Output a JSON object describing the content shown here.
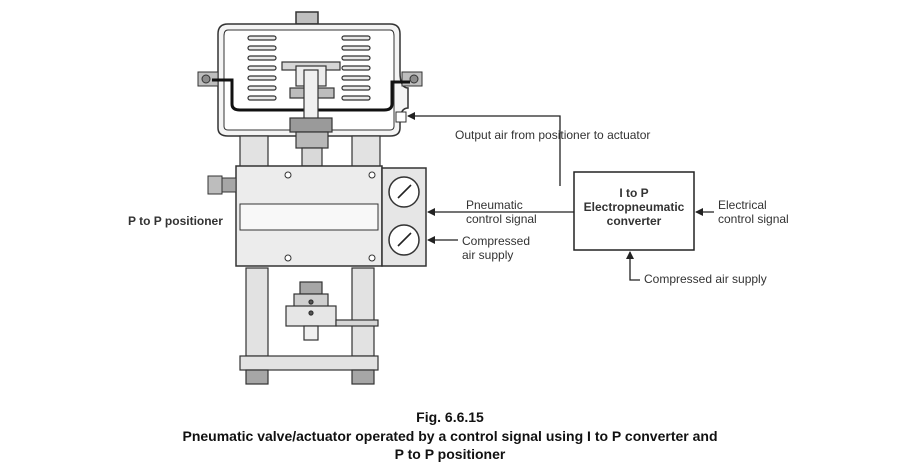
{
  "labels": {
    "output_air": "Output air from positioner to actuator",
    "pneumatic_signal_l1": "Pneumatic",
    "pneumatic_signal_l2": "control signal",
    "compressed_l1": "Compressed",
    "compressed_l2": "air supply",
    "electrical_l1": "Electrical",
    "electrical_l2": "control signal",
    "compressed_supply": "Compressed air supply",
    "positioner": "P to P positioner"
  },
  "converter": {
    "line1": "I to P",
    "line2": "Electropneumatic",
    "line3": "converter"
  },
  "caption": {
    "figure": "Fig. 6.6.15",
    "line1": "Pneumatic valve/actuator operated by a control signal using I to P converter and",
    "line2": "P to P positioner"
  }
}
